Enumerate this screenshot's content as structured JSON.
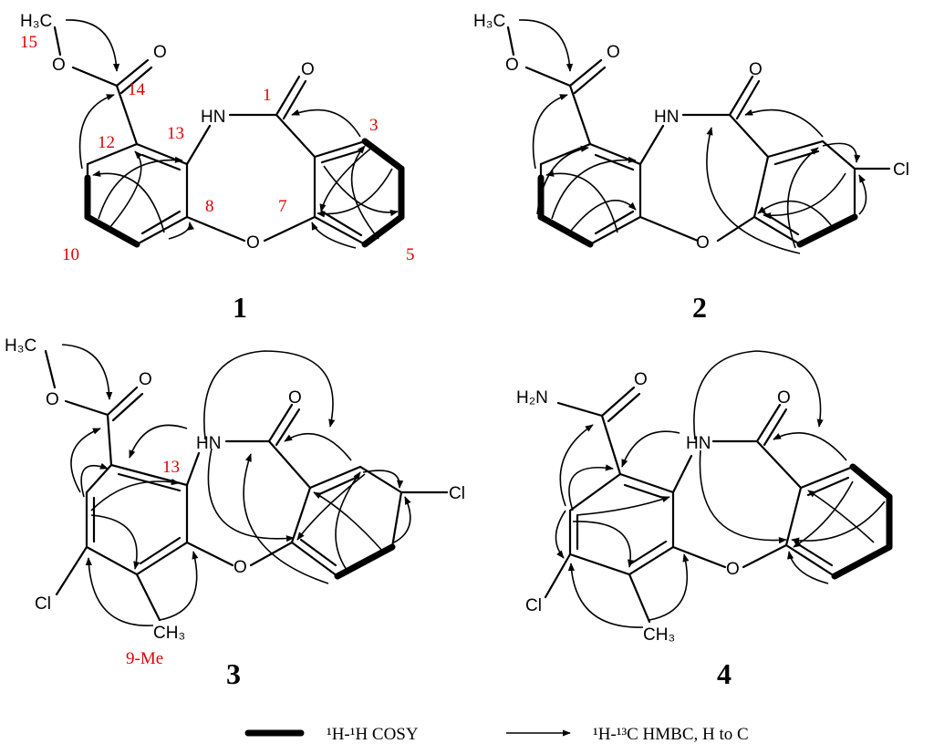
{
  "legend": {
    "cosy_label": "¹H-¹H COSY",
    "hmbc_label": "¹H-¹³C HMBC, H to C"
  },
  "compounds": [
    {
      "id": "1",
      "atoms": {
        "methyl": "H₃C",
        "ester_o": "O",
        "carbonyl_o": "O",
        "amide_o": "O",
        "nh": "HN",
        "ring_o": "O"
      },
      "numbering": {
        "c15": "15",
        "c14": "14",
        "c1": "1",
        "c12": "12",
        "c13": "13",
        "c3": "3",
        "c8": "8",
        "c7": "7",
        "c10": "10",
        "c5": "5"
      }
    },
    {
      "id": "2",
      "atoms": {
        "methyl": "H₃C",
        "ester_o": "O",
        "carbonyl_o": "O",
        "amide_o": "O",
        "nh": "HN",
        "ring_o": "O",
        "cl": "Cl"
      }
    },
    {
      "id": "3",
      "atoms": {
        "methyl": "H₃C",
        "ester_o": "O",
        "carbonyl_o": "O",
        "amide_o": "O",
        "nh": "HN",
        "ring_o": "O",
        "cl_right": "Cl",
        "cl_left": "Cl",
        "ch3": "CH₃"
      },
      "numbering": {
        "c13": "13",
        "me9": "9-Me"
      }
    },
    {
      "id": "4",
      "atoms": {
        "nh2": "H₂N",
        "carbonyl_o": "O",
        "amide_o": "O",
        "nh": "HN",
        "ring_o": "O",
        "cl": "Cl",
        "ch3": "CH₃"
      }
    }
  ]
}
